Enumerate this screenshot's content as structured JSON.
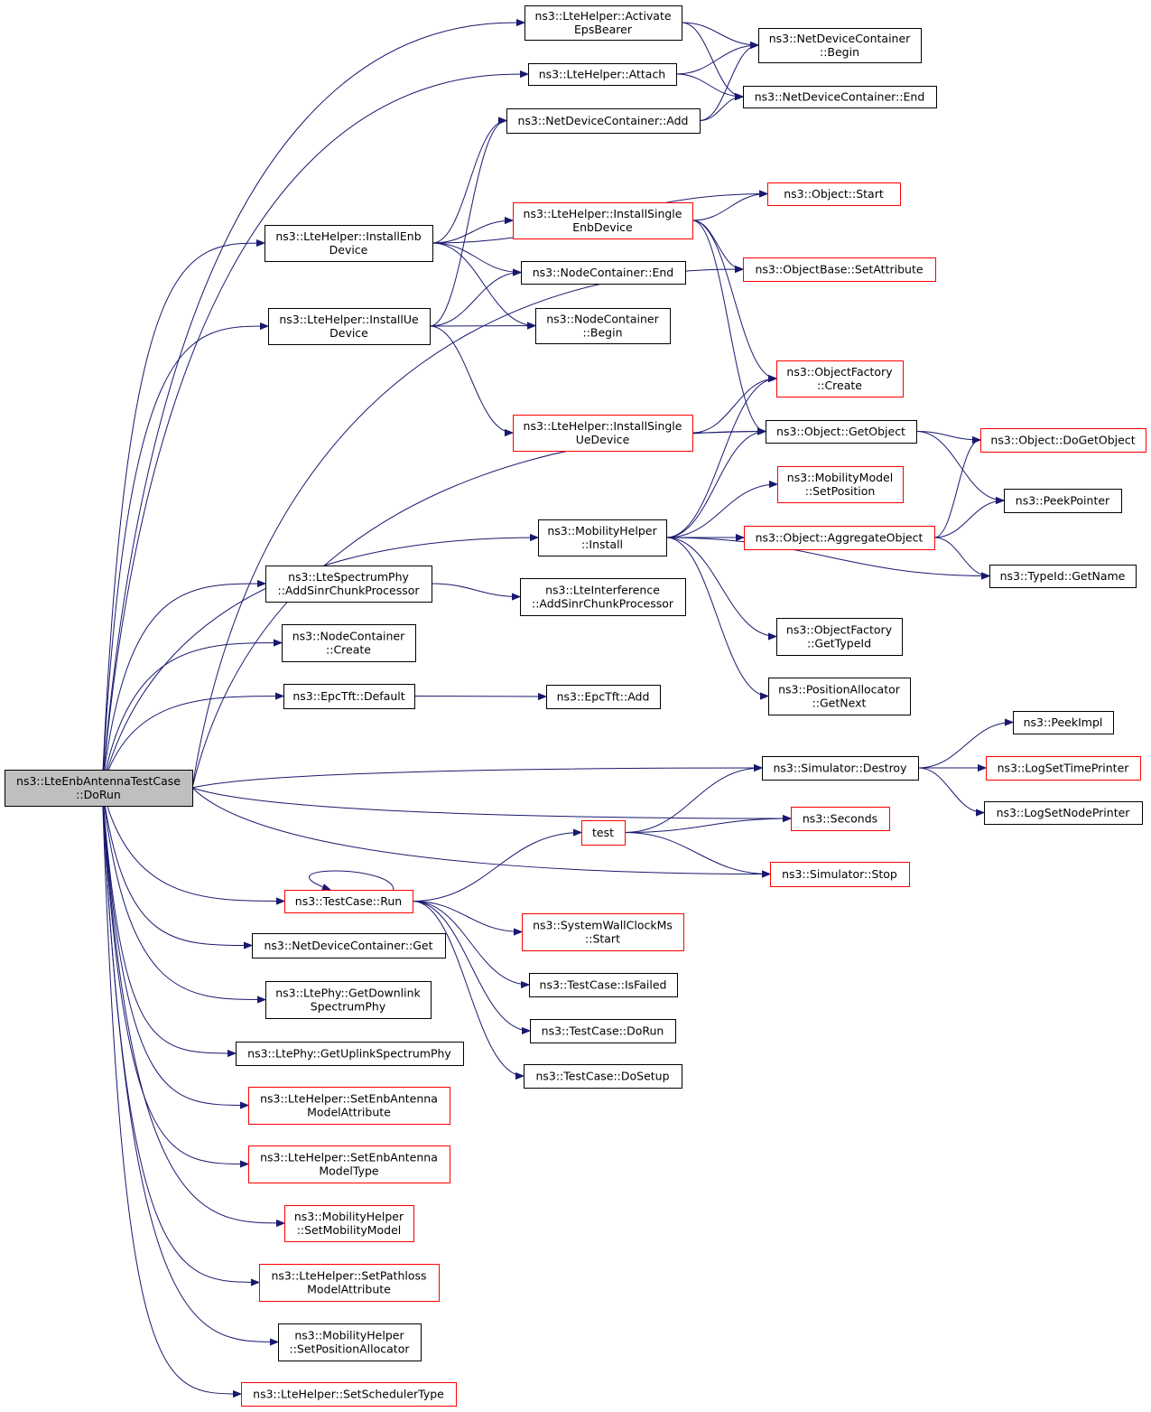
{
  "nodes": [
    {
      "id": "root",
      "lines": [
        "ns3::LteEnbAntennaTestCase",
        "::DoRun"
      ],
      "style": "root"
    },
    {
      "id": "activateEps",
      "lines": [
        "ns3::LteHelper::Activate",
        "EpsBearer"
      ],
      "style": "normal"
    },
    {
      "id": "ndcBegin",
      "lines": [
        "ns3::NetDeviceContainer",
        "::Begin"
      ],
      "style": "normal"
    },
    {
      "id": "attach",
      "lines": [
        "ns3::LteHelper::Attach"
      ],
      "style": "normal"
    },
    {
      "id": "ndcEnd",
      "lines": [
        "ns3::NetDeviceContainer::End"
      ],
      "style": "normal"
    },
    {
      "id": "ndcAdd",
      "lines": [
        "ns3::NetDeviceContainer::Add"
      ],
      "style": "normal"
    },
    {
      "id": "objStart",
      "lines": [
        "ns3::Object::Start"
      ],
      "style": "red"
    },
    {
      "id": "installSingleEnb",
      "lines": [
        "ns3::LteHelper::InstallSingle",
        "EnbDevice"
      ],
      "style": "red"
    },
    {
      "id": "installEnb",
      "lines": [
        "ns3::LteHelper::InstallEnb",
        "Device"
      ],
      "style": "normal"
    },
    {
      "id": "ncEnd",
      "lines": [
        "ns3::NodeContainer::End"
      ],
      "style": "normal"
    },
    {
      "id": "setAttr",
      "lines": [
        "ns3::ObjectBase::SetAttribute"
      ],
      "style": "red"
    },
    {
      "id": "installUe",
      "lines": [
        "ns3::LteHelper::InstallUe",
        "Device"
      ],
      "style": "normal"
    },
    {
      "id": "ncBegin",
      "lines": [
        "ns3::NodeContainer",
        "::Begin"
      ],
      "style": "normal"
    },
    {
      "id": "ofCreate",
      "lines": [
        "ns3::ObjectFactory",
        "::Create"
      ],
      "style": "red"
    },
    {
      "id": "installSingleUe",
      "lines": [
        "ns3::LteHelper::InstallSingle",
        "UeDevice"
      ],
      "style": "red"
    },
    {
      "id": "getObject",
      "lines": [
        "ns3::Object::GetObject"
      ],
      "style": "normal"
    },
    {
      "id": "doGetObject",
      "lines": [
        "ns3::Object::DoGetObject"
      ],
      "style": "red"
    },
    {
      "id": "mmSetPos",
      "lines": [
        "ns3::MobilityModel",
        "::SetPosition"
      ],
      "style": "red"
    },
    {
      "id": "peekPointer",
      "lines": [
        "ns3::PeekPointer"
      ],
      "style": "normal"
    },
    {
      "id": "mhInstall",
      "lines": [
        "ns3::MobilityHelper",
        "::Install"
      ],
      "style": "normal"
    },
    {
      "id": "aggObj",
      "lines": [
        "ns3::Object::AggregateObject"
      ],
      "style": "red"
    },
    {
      "id": "getName",
      "lines": [
        "ns3::TypeId::GetName"
      ],
      "style": "normal"
    },
    {
      "id": "addSinrPhy",
      "lines": [
        "ns3::LteSpectrumPhy",
        "::AddSinrChunkProcessor"
      ],
      "style": "normal"
    },
    {
      "id": "addSinrInt",
      "lines": [
        "ns3::LteInterference",
        "::AddSinrChunkProcessor"
      ],
      "style": "normal"
    },
    {
      "id": "ofGetTypeId",
      "lines": [
        "ns3::ObjectFactory",
        "::GetTypeId"
      ],
      "style": "normal"
    },
    {
      "id": "ncCreate",
      "lines": [
        "ns3::NodeContainer",
        "::Create"
      ],
      "style": "normal"
    },
    {
      "id": "paGetNext",
      "lines": [
        "ns3::PositionAllocator",
        "::GetNext"
      ],
      "style": "normal"
    },
    {
      "id": "tftDefault",
      "lines": [
        "ns3::EpcTft::Default"
      ],
      "style": "normal"
    },
    {
      "id": "tftAdd",
      "lines": [
        "ns3::EpcTft::Add"
      ],
      "style": "normal"
    },
    {
      "id": "peekImpl",
      "lines": [
        "ns3::PeekImpl"
      ],
      "style": "normal"
    },
    {
      "id": "simDestroy",
      "lines": [
        "ns3::Simulator::Destroy"
      ],
      "style": "normal"
    },
    {
      "id": "logTime",
      "lines": [
        "ns3::LogSetTimePrinter"
      ],
      "style": "red"
    },
    {
      "id": "logNode",
      "lines": [
        "ns3::LogSetNodePrinter"
      ],
      "style": "normal"
    },
    {
      "id": "seconds",
      "lines": [
        "ns3::Seconds"
      ],
      "style": "red"
    },
    {
      "id": "test",
      "lines": [
        "test"
      ],
      "style": "red"
    },
    {
      "id": "simStop",
      "lines": [
        "ns3::Simulator::Stop"
      ],
      "style": "red"
    },
    {
      "id": "tcRun",
      "lines": [
        "ns3::TestCase::Run"
      ],
      "style": "red"
    },
    {
      "id": "swcStart",
      "lines": [
        "ns3::SystemWallClockMs",
        "::Start"
      ],
      "style": "red"
    },
    {
      "id": "ndcGet",
      "lines": [
        "ns3::NetDeviceContainer::Get"
      ],
      "style": "normal"
    },
    {
      "id": "tcIsFailed",
      "lines": [
        "ns3::TestCase::IsFailed"
      ],
      "style": "normal"
    },
    {
      "id": "getDlPhy",
      "lines": [
        "ns3::LtePhy::GetDownlink",
        "SpectrumPhy"
      ],
      "style": "normal"
    },
    {
      "id": "tcDoRun",
      "lines": [
        "ns3::TestCase::DoRun"
      ],
      "style": "normal"
    },
    {
      "id": "getUlPhy",
      "lines": [
        "ns3::LtePhy::GetUplinkSpectrumPhy"
      ],
      "style": "normal"
    },
    {
      "id": "tcDoSetup",
      "lines": [
        "ns3::TestCase::DoSetup"
      ],
      "style": "normal"
    },
    {
      "id": "setEnbAntAttr",
      "lines": [
        "ns3::LteHelper::SetEnbAntenna",
        "ModelAttribute"
      ],
      "style": "red"
    },
    {
      "id": "setEnbAntType",
      "lines": [
        "ns3::LteHelper::SetEnbAntenna",
        "ModelType"
      ],
      "style": "red"
    },
    {
      "id": "setMobModel",
      "lines": [
        "ns3::MobilityHelper",
        "::SetMobilityModel"
      ],
      "style": "red"
    },
    {
      "id": "setPathloss",
      "lines": [
        "ns3::LteHelper::SetPathloss",
        "ModelAttribute"
      ],
      "style": "red"
    },
    {
      "id": "setPosAlloc",
      "lines": [
        "ns3::MobilityHelper",
        "::SetPositionAllocator"
      ],
      "style": "normal"
    },
    {
      "id": "setSched",
      "lines": [
        "ns3::LteHelper::SetSchedulerType"
      ],
      "style": "red"
    }
  ],
  "edges": [
    [
      "root",
      "activateEps"
    ],
    [
      "root",
      "attach"
    ],
    [
      "root",
      "installEnb"
    ],
    [
      "root",
      "installUe"
    ],
    [
      "root",
      "setAttr"
    ],
    [
      "root",
      "getObject"
    ],
    [
      "root",
      "mhInstall"
    ],
    [
      "root",
      "addSinrPhy"
    ],
    [
      "root",
      "ncCreate"
    ],
    [
      "root",
      "tftDefault"
    ],
    [
      "root",
      "simDestroy"
    ],
    [
      "root",
      "seconds"
    ],
    [
      "root",
      "simStop"
    ],
    [
      "root",
      "tcRun"
    ],
    [
      "root",
      "ndcGet"
    ],
    [
      "root",
      "getDlPhy"
    ],
    [
      "root",
      "getUlPhy"
    ],
    [
      "root",
      "setEnbAntAttr"
    ],
    [
      "root",
      "setEnbAntType"
    ],
    [
      "root",
      "setMobModel"
    ],
    [
      "root",
      "setPathloss"
    ],
    [
      "root",
      "setPosAlloc"
    ],
    [
      "root",
      "setSched"
    ],
    [
      "activateEps",
      "ndcBegin"
    ],
    [
      "activateEps",
      "ndcEnd"
    ],
    [
      "attach",
      "ndcBegin"
    ],
    [
      "attach",
      "ndcEnd"
    ],
    [
      "ndcAdd",
      "ndcBegin"
    ],
    [
      "ndcAdd",
      "ndcEnd"
    ],
    [
      "installEnb",
      "ndcAdd"
    ],
    [
      "installEnb",
      "objStart"
    ],
    [
      "installEnb",
      "installSingleEnb"
    ],
    [
      "installEnb",
      "ncEnd"
    ],
    [
      "installEnb",
      "ncBegin"
    ],
    [
      "installSingleEnb",
      "objStart"
    ],
    [
      "installSingleEnb",
      "setAttr"
    ],
    [
      "installSingleEnb",
      "ofCreate"
    ],
    [
      "installSingleEnb",
      "getObject"
    ],
    [
      "installUe",
      "ndcAdd"
    ],
    [
      "installUe",
      "ncEnd"
    ],
    [
      "installUe",
      "ncBegin"
    ],
    [
      "installUe",
      "installSingleUe"
    ],
    [
      "installSingleUe",
      "ofCreate"
    ],
    [
      "installSingleUe",
      "getObject"
    ],
    [
      "getObject",
      "doGetObject"
    ],
    [
      "getObject",
      "peekPointer"
    ],
    [
      "mhInstall",
      "ofCreate"
    ],
    [
      "mhInstall",
      "getObject"
    ],
    [
      "mhInstall",
      "mmSetPos"
    ],
    [
      "mhInstall",
      "aggObj"
    ],
    [
      "mhInstall",
      "getName"
    ],
    [
      "mhInstall",
      "ofGetTypeId"
    ],
    [
      "mhInstall",
      "paGetNext"
    ],
    [
      "aggObj",
      "doGetObject"
    ],
    [
      "aggObj",
      "peekPointer"
    ],
    [
      "aggObj",
      "getName"
    ],
    [
      "addSinrPhy",
      "addSinrInt"
    ],
    [
      "tftDefault",
      "tftAdd"
    ],
    [
      "simDestroy",
      "peekImpl"
    ],
    [
      "simDestroy",
      "logTime"
    ],
    [
      "simDestroy",
      "logNode"
    ],
    [
      "test",
      "simDestroy"
    ],
    [
      "test",
      "seconds"
    ],
    [
      "test",
      "simStop"
    ],
    [
      "tcRun",
      "tcRun"
    ],
    [
      "tcRun",
      "test"
    ],
    [
      "tcRun",
      "swcStart"
    ],
    [
      "tcRun",
      "tcIsFailed"
    ],
    [
      "tcRun",
      "tcDoRun"
    ],
    [
      "tcRun",
      "tcDoSetup"
    ]
  ]
}
